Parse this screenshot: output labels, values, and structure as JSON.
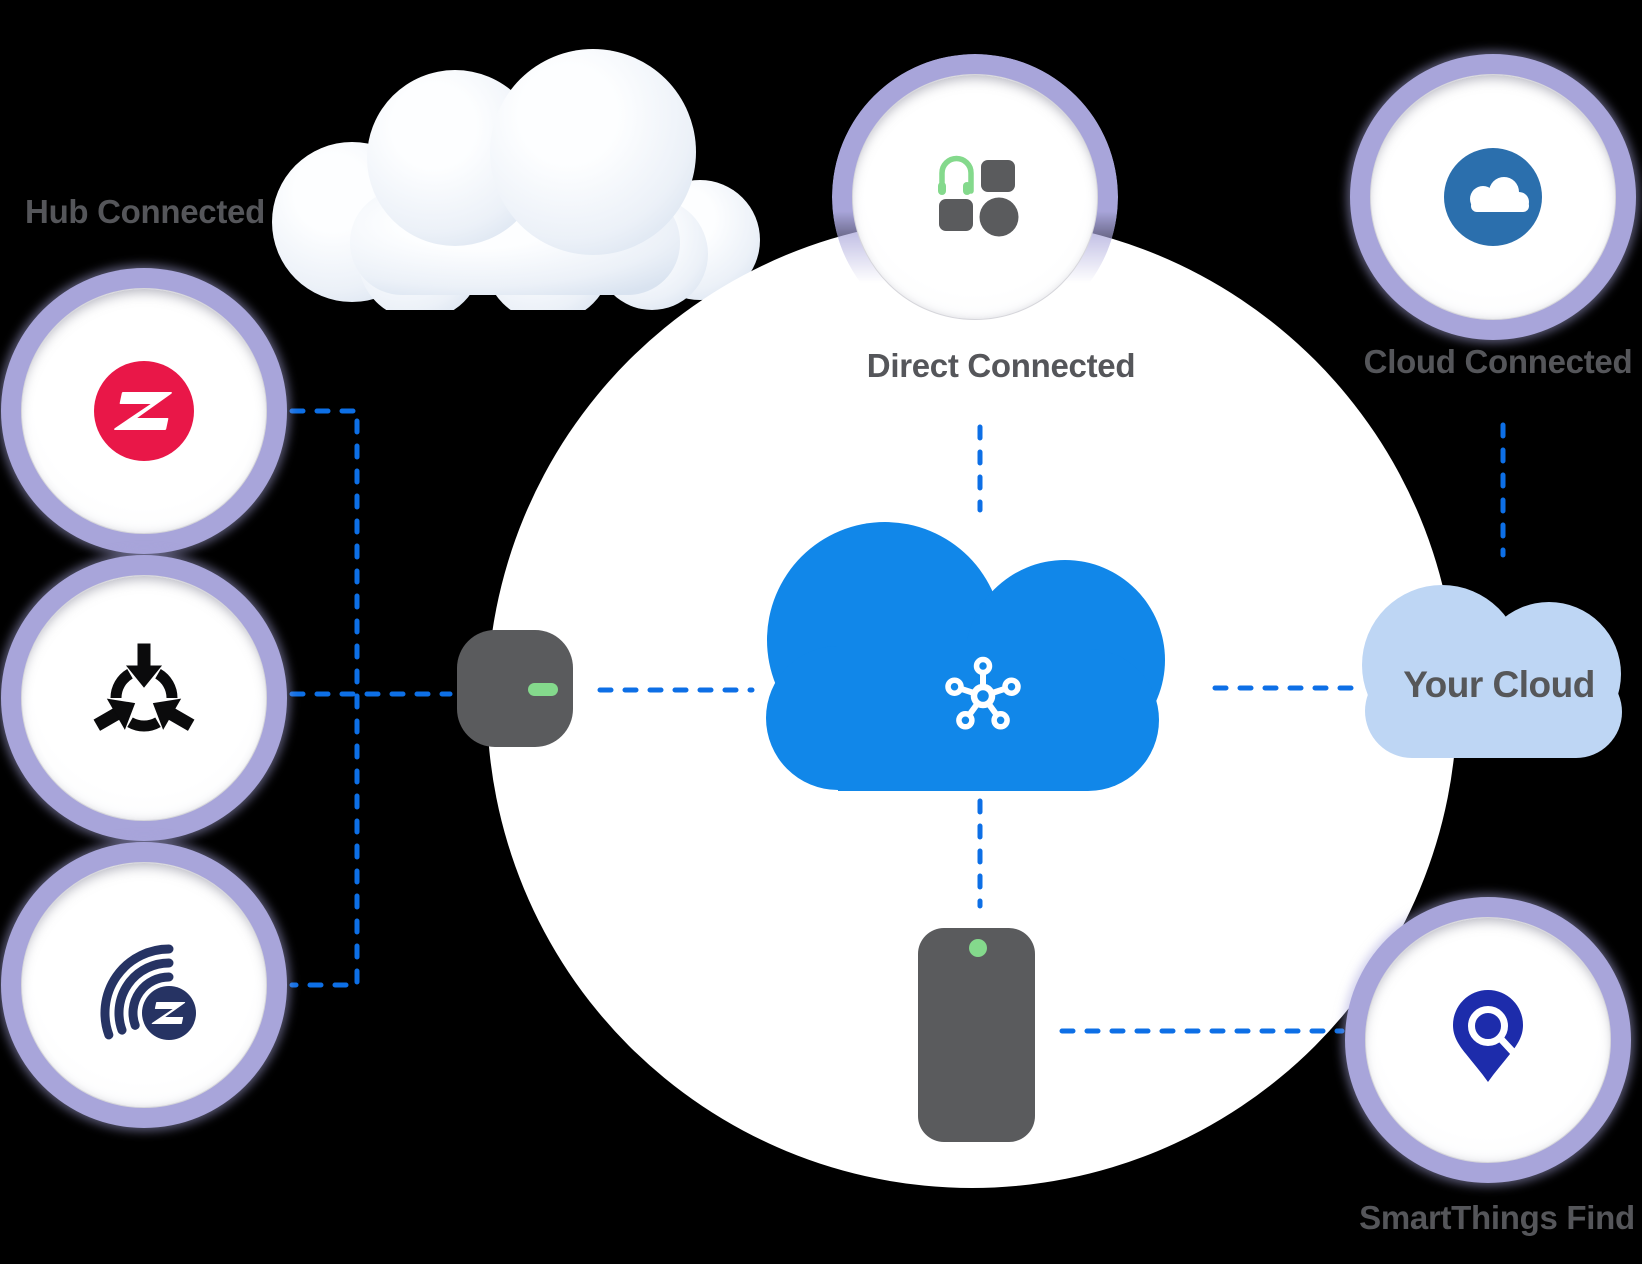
{
  "background_color": "#000000",
  "labels": {
    "hub_connected": "Hub Connected",
    "direct_connected": "Direct Connected",
    "cloud_connected": "Cloud Connected",
    "your_cloud": "Your Cloud",
    "smartthings_find": "SmartThings Find"
  },
  "icons": {
    "zigbee": "zigbee-logo",
    "matter": "matter-logo",
    "zwave": "z-wave-logo",
    "direct": "headphones-and-devices-grid-icon",
    "cloud_connected": "cloud-icon",
    "smartthings": "smartthings-hub-logo",
    "find": "location-pin-search-icon",
    "hub_device": "smartthings-hub-device",
    "phone_device": "smartphone-device",
    "decorative": "fluffy-cloud-illustration"
  },
  "colors": {
    "background": "#000000",
    "line_blue": "#0D6FE6",
    "cloud_blue": "#1187E9",
    "lavender_ring": "#A8A5DA",
    "label_gray": "#55565A",
    "device_gray": "#5A5B5D",
    "led_green": "#84D98C",
    "your_cloud_blue": "#BED6F4",
    "zigbee_red": "#E91748",
    "zwave_navy": "#263363",
    "cloud_connected_blue": "#2B6FAD",
    "find_indigo": "#1D2CAB",
    "matter_black": "#0B0B0C"
  }
}
